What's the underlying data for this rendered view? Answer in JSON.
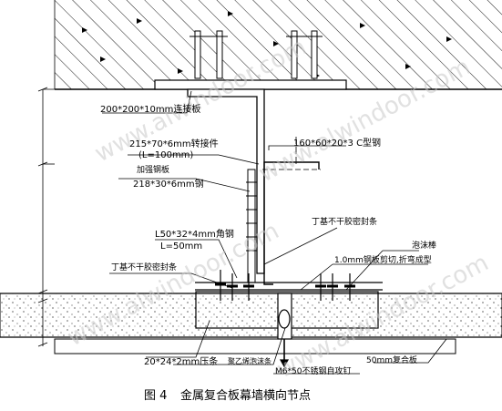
{
  "labels": {
    "plate_200": "200*200*10mm连接板",
    "angle_215": "215*70*6mm转接件",
    "angle_215_len": "(L=100mm)",
    "steel_heading": "加强钢板",
    "steel_218": "218*30*6mm钢",
    "channel": "160*60*20*3  C型钢",
    "angle_50": "L50*32*4mm角钢",
    "angle_50_len": "L=50mm",
    "sealant_right": "丁基不干胶密封条",
    "sealant_left": "丁基不干胶密封条",
    "sealant_top": "泡沫棒",
    "panel_10": "1.0mm钢板剪切,折弯成型",
    "bar_20": "20*24*2mm压条",
    "foam_bar": "聚乙烯泡沫条",
    "bolt": "M6*50不锈钢自攻钉",
    "composite": "50mm复合板"
  },
  "watermark": "www.alwindoor.com",
  "caption": {
    "figure_no": "图 4",
    "title": "金属复合板幕墙横向节点"
  }
}
